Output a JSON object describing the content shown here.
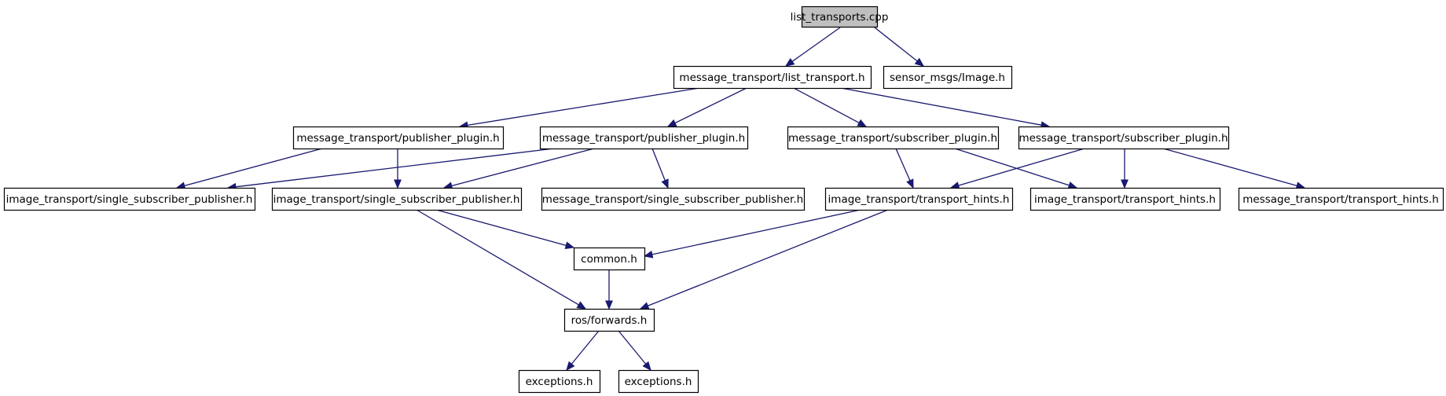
{
  "nodes": [
    {
      "id": "n0",
      "label": "list_transports.cpp",
      "root": true
    },
    {
      "id": "n1",
      "label": "message_transport/list_transport.h"
    },
    {
      "id": "n2",
      "label": "sensor_msgs/Image.h"
    },
    {
      "id": "n3",
      "label": "message_transport/publisher_plugin.h"
    },
    {
      "id": "n4",
      "label": "message_transport/publisher_plugin.h"
    },
    {
      "id": "n5",
      "label": "message_transport/subscriber_plugin.h"
    },
    {
      "id": "n6",
      "label": "message_transport/subscriber_plugin.h"
    },
    {
      "id": "n7",
      "label": "image_transport/single_subscriber_publisher.h"
    },
    {
      "id": "n8",
      "label": "image_transport/single_subscriber_publisher.h"
    },
    {
      "id": "n9",
      "label": "message_transport/single_subscriber_publisher.h"
    },
    {
      "id": "n10",
      "label": "image_transport/transport_hints.h"
    },
    {
      "id": "n11",
      "label": "image_transport/transport_hints.h"
    },
    {
      "id": "n12",
      "label": "message_transport/transport_hints.h"
    },
    {
      "id": "n13",
      "label": "common.h"
    },
    {
      "id": "n14",
      "label": "ros/forwards.h"
    },
    {
      "id": "n15",
      "label": "exceptions.h"
    },
    {
      "id": "n16",
      "label": "exceptions.h"
    }
  ],
  "edges": [
    [
      "n0",
      "n1"
    ],
    [
      "n0",
      "n2"
    ],
    [
      "n1",
      "n3"
    ],
    [
      "n1",
      "n4"
    ],
    [
      "n1",
      "n5"
    ],
    [
      "n1",
      "n6"
    ],
    [
      "n3",
      "n7"
    ],
    [
      "n3",
      "n8"
    ],
    [
      "n4",
      "n7"
    ],
    [
      "n4",
      "n8"
    ],
    [
      "n4",
      "n9"
    ],
    [
      "n5",
      "n10"
    ],
    [
      "n5",
      "n11"
    ],
    [
      "n6",
      "n10"
    ],
    [
      "n6",
      "n11"
    ],
    [
      "n6",
      "n12"
    ],
    [
      "n8",
      "n13"
    ],
    [
      "n8",
      "n14"
    ],
    [
      "n10",
      "n13"
    ],
    [
      "n10",
      "n14"
    ],
    [
      "n13",
      "n14"
    ],
    [
      "n14",
      "n15"
    ],
    [
      "n14",
      "n16"
    ]
  ],
  "colors": {
    "edge": "#191970",
    "node_border": "#000000",
    "node_fill": "#ffffff",
    "root_fill": "#bfbfbf"
  }
}
